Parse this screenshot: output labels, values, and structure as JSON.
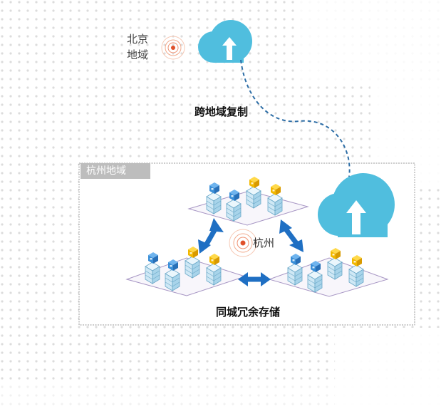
{
  "beijing": {
    "name_line1": "北京",
    "name_line2": "地域"
  },
  "replication": {
    "cross_region_label": "跨地域复制"
  },
  "hangzhou": {
    "zone_tab": "杭州地域",
    "center_label": "杭州",
    "same_city_label": "同城冗余存储"
  },
  "colors": {
    "cloud": "#50bede",
    "arrow_blue": "#1f6fc3",
    "dashed_line": "#2e6ea6",
    "target_ring": "#f0a080",
    "target_dot": "#e0502a",
    "box_border": "#999999",
    "zone_tab_bg": "#bdbdbd",
    "server_blue": "#3a8fd8",
    "server_yellow": "#f2b800"
  },
  "icons": {
    "cloud_icon": "cloud-upload-icon",
    "location_icon": "location-target-icon",
    "server_icon": "server-rack-icon"
  }
}
